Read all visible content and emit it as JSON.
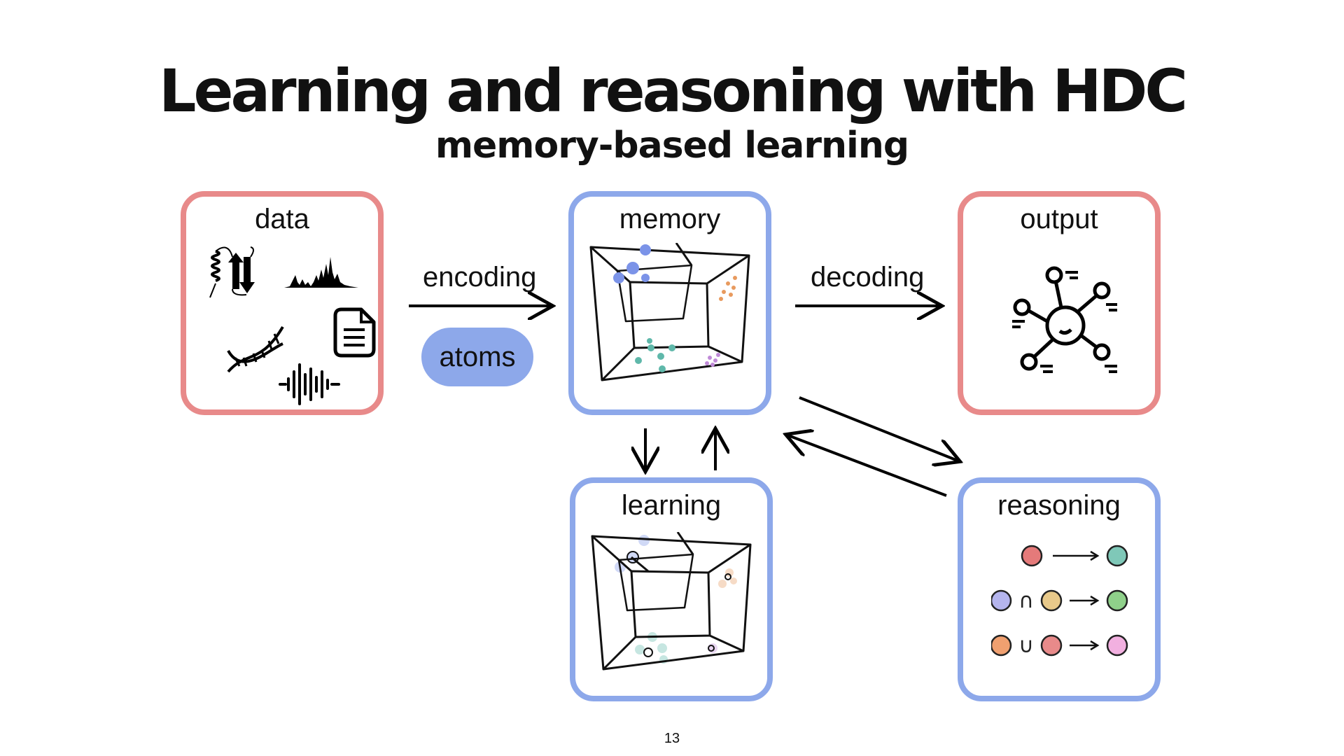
{
  "slide": {
    "title": "Learning and reasoning with HDC",
    "subtitle": "memory-based learning",
    "page_number": "13"
  },
  "boxes": {
    "data": "data",
    "memory": "memory",
    "output": "output",
    "learning": "learning",
    "reasoning": "reasoning"
  },
  "arrows": {
    "encoding": "encoding",
    "decoding": "decoding",
    "atoms": "atoms"
  },
  "reasoning_rules": [
    {
      "operator": "",
      "colors": [
        "#e57a7a",
        "#7fc8b8"
      ]
    },
    {
      "operator": "∩",
      "colors": [
        "#b5b5ee",
        "#e8c98a",
        "#8fd08a"
      ]
    },
    {
      "operator": "∪",
      "colors": [
        "#f0a070",
        "#e88a8a",
        "#f2b0e0"
      ]
    }
  ],
  "colors": {
    "red_border": "#e88a8a",
    "blue_border": "#8da8ea",
    "atoms_pill": "#8da8ea"
  },
  "icons": [
    "protein-structure-icon",
    "spectrum-peaks-icon",
    "dna-helix-icon",
    "document-icon",
    "sound-wave-icon",
    "hypercube-icon",
    "knowledge-graph-icon"
  ]
}
